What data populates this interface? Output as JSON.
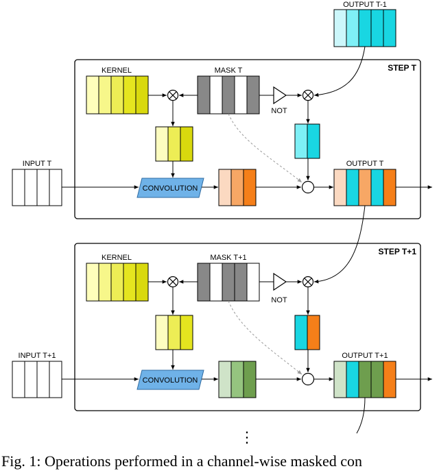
{
  "output_prev": {
    "label": "OUTPUT T-1",
    "cells": [
      "#ccf7fb",
      "#7ef0f6",
      "#19d6e2",
      "#19d6e2",
      "#19d6e2"
    ]
  },
  "steps": [
    {
      "title": "STEP T",
      "kernel": {
        "label": "KERNEL",
        "cells": [
          "#ffffbb",
          "#f7f78a",
          "#eded55",
          "#e5e51f",
          "#d9d90e"
        ]
      },
      "mask": {
        "label": "MASK T",
        "cells": [
          "#888888",
          "#ffffff",
          "#888888",
          "#ffffff",
          "#888888"
        ]
      },
      "not_label": "NOT",
      "filtered_kernel": {
        "cells": [
          "#fdfdc0",
          "#eded55",
          "#d9d90e"
        ]
      },
      "prev_masked": {
        "cells": [
          "#7ef0f6",
          "#19d6e2"
        ]
      },
      "input": {
        "label": "INPUT T",
        "cells": [
          "#ffffff",
          "#ffffff",
          "#ffffff",
          "#ffffff"
        ]
      },
      "conv_label": "CONVOLUTION",
      "conv_out": {
        "cells": [
          "#fbd9c1",
          "#f7a765",
          "#f57f19"
        ]
      },
      "output": {
        "label": "OUTPUT T",
        "cells": [
          "#fbd9c1",
          "#19d6e2",
          "#f7a765",
          "#19d6e2",
          "#f57f19"
        ]
      }
    },
    {
      "title": "STEP T+1",
      "kernel": {
        "label": "KERNEL",
        "cells": [
          "#ffffbb",
          "#f7f78a",
          "#eded55",
          "#e5e51f",
          "#d9d90e"
        ]
      },
      "mask": {
        "label": "MASK T+1",
        "cells": [
          "#888888",
          "#ffffff",
          "#888888",
          "#888888",
          "#ffffff"
        ]
      },
      "not_label": "NOT",
      "filtered_kernel": {
        "cells": [
          "#fdfdc0",
          "#eded55",
          "#e5e51f"
        ]
      },
      "prev_masked": {
        "cells": [
          "#19d6e2",
          "#f57f19"
        ]
      },
      "input": {
        "label": "INPUT T+1",
        "cells": [
          "#ffffff",
          "#ffffff",
          "#ffffff",
          "#ffffff"
        ]
      },
      "conv_label": "CONVOLUTION",
      "conv_out": {
        "cells": [
          "#cfe3c8",
          "#95c47f",
          "#6e9e4e"
        ]
      },
      "output": {
        "label": "OUTPUT T+1",
        "cells": [
          "#cfe3c8",
          "#19d6e2",
          "#6e9e4e",
          "#6e9e4e",
          "#f57f19"
        ]
      }
    }
  ],
  "continuation": "⋮",
  "caption": "Fig. 1: Operations performed in a channel-wise masked con"
}
